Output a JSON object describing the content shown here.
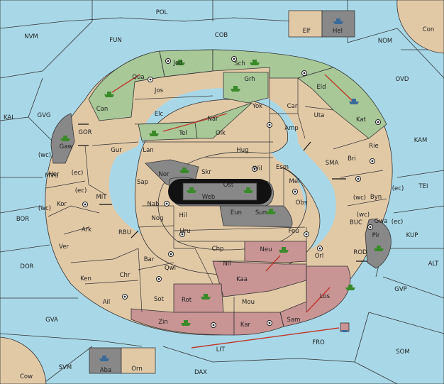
{
  "sea_labels": [
    "POL",
    "NVM",
    "COB",
    "FUN",
    "NOM",
    "Con",
    "OVD",
    "KAL",
    "GVG",
    "GOR",
    "KAM",
    "MVU",
    "SMA",
    "TEI",
    "MIT",
    "BOR",
    "BUC",
    "KUP",
    "RBU",
    "ROD",
    "DOR",
    "ALT",
    "GVP",
    "GVA",
    "FRO",
    "SOM",
    "LIT",
    "SVM",
    "DAX",
    "Cow"
  ],
  "land_labels": [
    "Jad",
    "Sch",
    "Qua",
    "Jos",
    "Grh",
    "Can",
    "Elc",
    "Yok",
    "Car",
    "Eld",
    "Uta",
    "Nar",
    "Tel",
    "Olk",
    "Kat",
    "Amp",
    "Gaw",
    "Gur",
    "Lan",
    "Hug",
    "Rie",
    "Esm",
    "Bri",
    "Wil",
    "Nor",
    "Skr",
    "Ost",
    "Sap",
    "Web",
    "Mel",
    "Her",
    "Kor",
    "Nab",
    "Eun",
    "Sun",
    "Obs",
    "Byn",
    "Gwa",
    "Hil",
    "Nog",
    "Pir",
    "Ark",
    "Uru",
    "Feu",
    "Ver",
    "Chp",
    "Neu",
    "Bar",
    "Qwi",
    "Nil",
    "Orl",
    "Ken",
    "Chr",
    "Kaa",
    "Rot",
    "Los",
    "Ail",
    "Sot",
    "Mou",
    "Zin",
    "Kar",
    "Sam",
    "Elf",
    "Hel",
    "Aba",
    "Orn"
  ],
  "coast_tags": [
    "(wc)",
    "(ec)",
    "(ec)",
    "(wc)",
    "(wc)",
    "(ec)",
    "(wc)",
    "(ec)"
  ],
  "colors": {
    "sea": "#a8d8e8",
    "land": "#e2c9a6",
    "green_power": "#a8c898",
    "red_power": "#c99494",
    "grey_power": "#888888",
    "move_arrow": "#c0392b"
  },
  "unit_icons": [
    "fleet-icon",
    "army-icon",
    "star-icon",
    "supply-center-icon"
  ]
}
